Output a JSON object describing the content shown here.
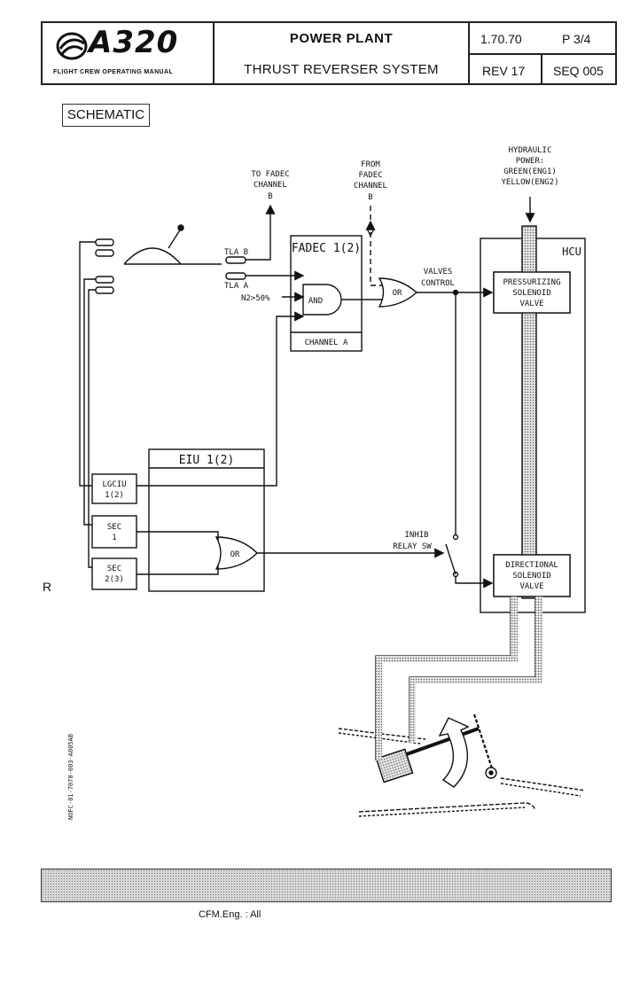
{
  "header": {
    "logo_text": "A320",
    "logo_subtitle": "FLIGHT CREW OPERATING MANUAL",
    "chapter_title": "POWER PLANT",
    "section_title": "THRUST REVERSER SYSTEM",
    "page_ref": "1.70.70",
    "page_number": "P 3/4",
    "revision": "REV 17",
    "sequence": "SEQ 005"
  },
  "schematic_label": "SCHEMATIC",
  "diagram": {
    "to_fadec": [
      "TO FADEC",
      "CHANNEL",
      "B"
    ],
    "from_fadec": [
      "FROM",
      "FADEC",
      "CHANNEL",
      "B"
    ],
    "hydraulic": [
      "HYDRAULIC",
      "POWER:",
      "GREEN(ENG1)",
      "YELLOW(ENG2)"
    ],
    "tla_b": "TLA B",
    "tla_a": "TLA A",
    "n2": "N2>50%",
    "fadec_title": "FADEC 1(2)",
    "and_label": "AND",
    "channel_a": "CHANNEL A",
    "or_label": "OR",
    "valves_control": [
      "VALVES",
      "CONTROL"
    ],
    "hcu": "HCU",
    "pressurizing_valve": [
      "PRESSURIZING",
      "SOLENOID",
      "VALVE"
    ],
    "eiu_title": "EIU 1(2)",
    "lgciu": [
      "LGCIU",
      "1(2)"
    ],
    "sec1": [
      "SEC",
      "1"
    ],
    "sec23": [
      "SEC",
      "2(3)"
    ],
    "or2_label": "OR",
    "inhib": [
      "INHIB",
      "RELAY SW"
    ],
    "directional_valve": [
      "DIRECTIONAL",
      "SOLENOID",
      "VALVE"
    ]
  },
  "margin_r": "R",
  "side_code": "NOFC-01-7070-003-A005AB",
  "footer_text": "CFM.Eng. : All"
}
